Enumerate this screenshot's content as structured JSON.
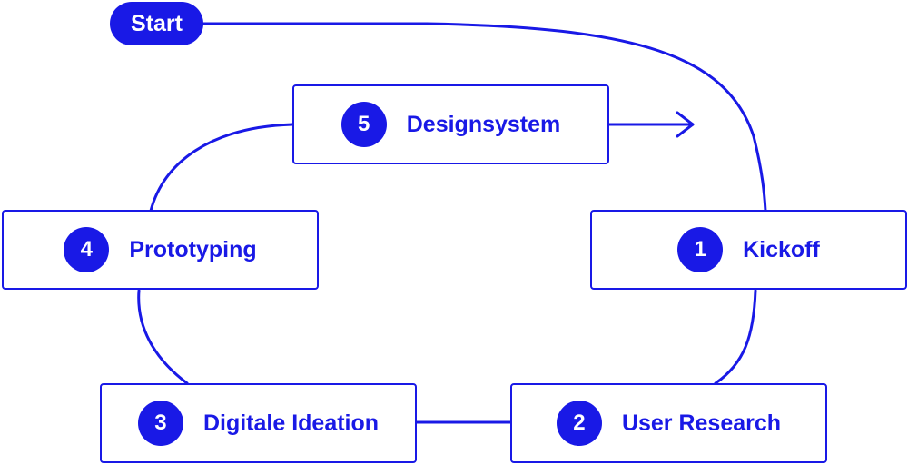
{
  "colors": {
    "accent": "#1919e6",
    "background": "#ffffff"
  },
  "start": {
    "label": "Start"
  },
  "steps": [
    {
      "number": "1",
      "label": "Kickoff"
    },
    {
      "number": "2",
      "label": "User Research"
    },
    {
      "number": "3",
      "label": "Digitale Ideation"
    },
    {
      "number": "4",
      "label": "Prototyping"
    },
    {
      "number": "5",
      "label": "Designsystem"
    }
  ]
}
